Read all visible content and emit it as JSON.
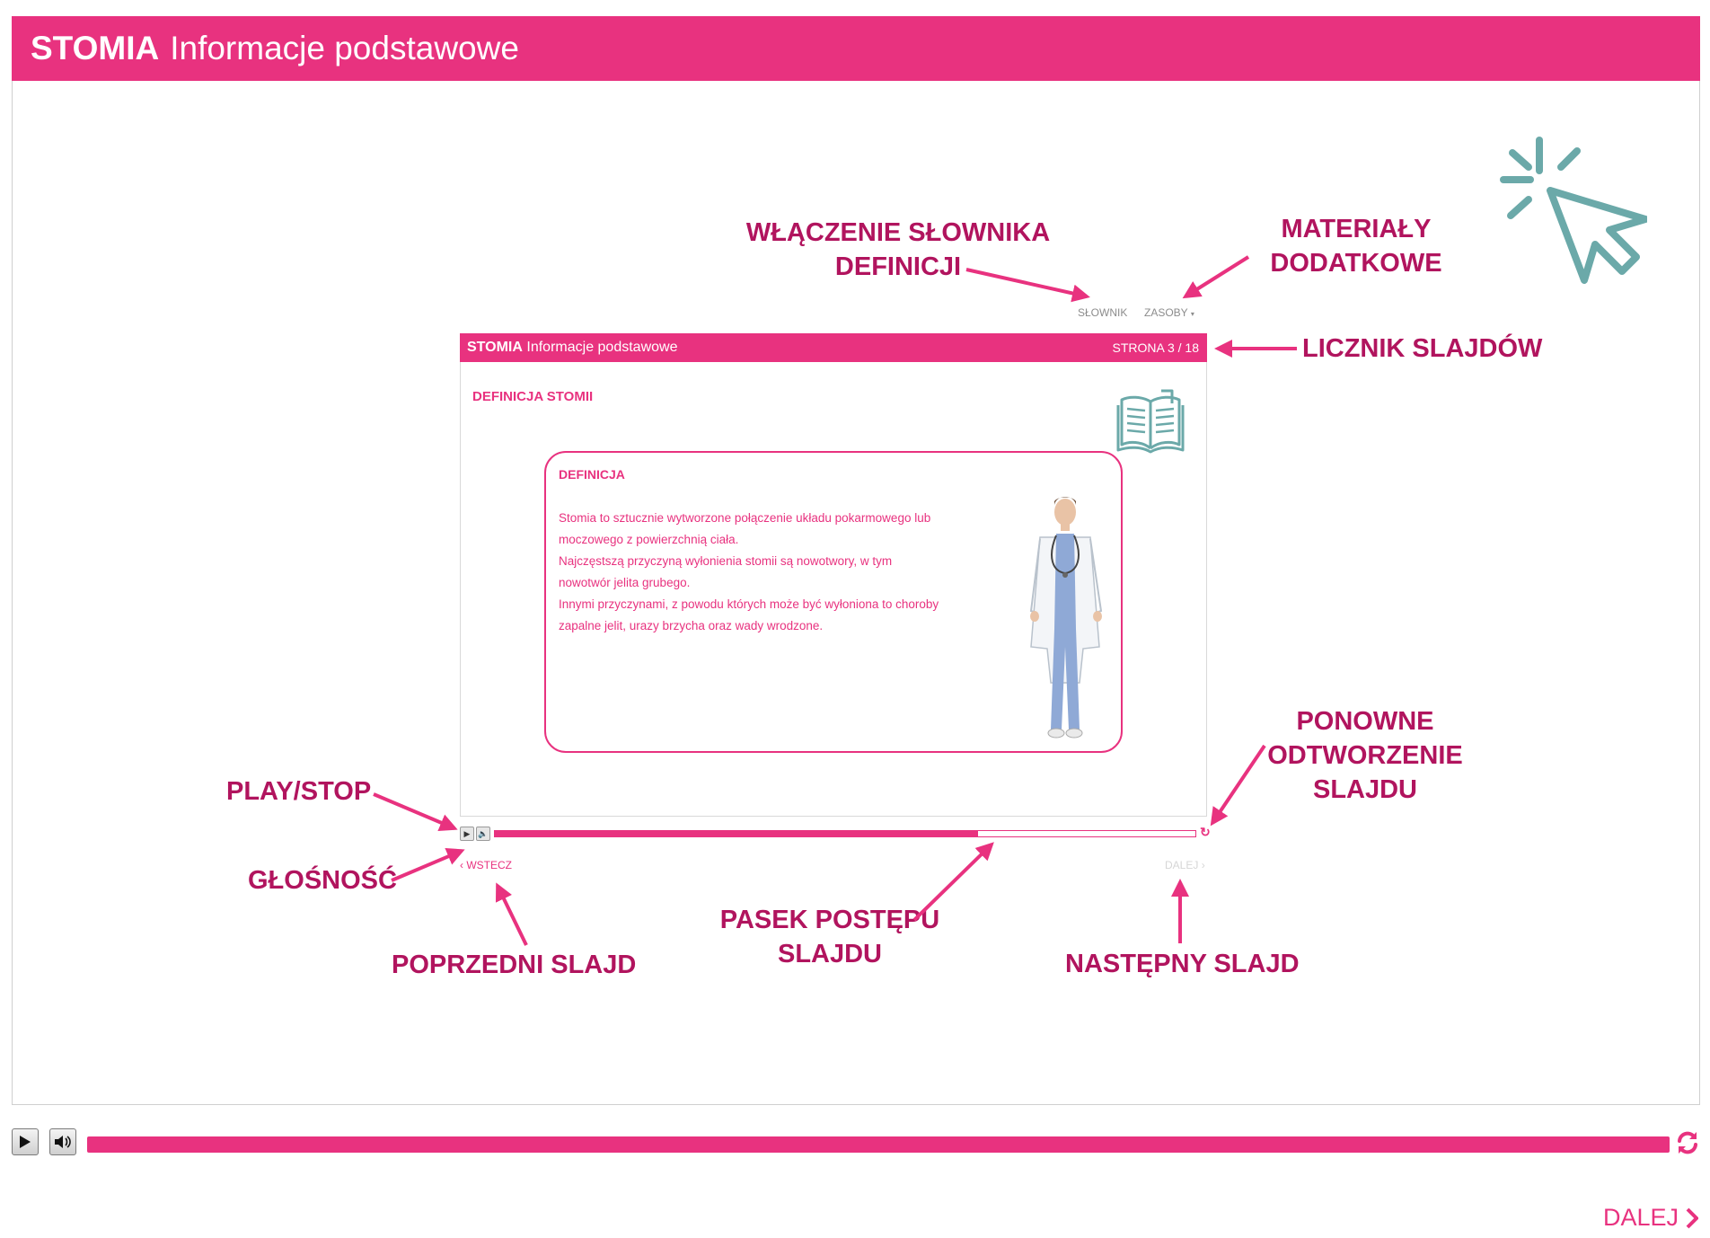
{
  "header": {
    "brand": "STOMIA",
    "title": "Informacje podstawowe"
  },
  "annotations": {
    "dictionary": [
      "WŁĄCZENIE SŁOWNIKA",
      "DEFINICJI"
    ],
    "materials": [
      "MATERIAŁY",
      "DODATKOWE"
    ],
    "counter": "LICZNIK SLAJDÓW",
    "replay": [
      "PONOWNE",
      "ODTWORZENIE",
      "SLAJDU"
    ],
    "play_stop": "PLAY/STOP",
    "volume": "GŁOŚNOŚĆ",
    "previous": "POPRZEDNI SLAJD",
    "progress": [
      "PASEK POSTĘPU",
      "SLAJDU"
    ],
    "next": "NASTĘPNY SLAJD"
  },
  "preview": {
    "dictionary_link": "SŁOWNIK",
    "resources_link": "ZASOBY",
    "brand": "STOMIA",
    "title": "Informacje podstawowe",
    "page_counter": "STRONA 3 / 18",
    "section_title": "DEFINICJA STOMII",
    "box_title": "DEFINICJA",
    "box_lines": [
      "Stomia to sztucznie wytworzone połączenie układu pokarmowego lub",
      "moczowego z powierzchnią ciała.",
      "Najczęstszą przyczyną wyłonienia stomii są nowotwory, w tym",
      "nowotwór jelita grubego.",
      "Innymi przyczynami, z powodu których może być wyłoniona to choroby",
      "zapalne jelit, urazy brzycha oraz wady wrodzone."
    ],
    "back_label": "WSTECZ",
    "next_label": "DALEJ",
    "progress_fraction": 0.69
  },
  "player": {
    "progress_fraction": 1.0,
    "next_label": "DALEJ"
  },
  "colors": {
    "accent": "#e8327f",
    "annotation": "#b1145e",
    "teal": "#6ba9a9"
  },
  "icons": [
    "click-cursor-icon",
    "book-icon",
    "doctor-illustration",
    "play-icon",
    "volume-icon",
    "reload-icon",
    "chevron-right-icon",
    "chevron-left-icon",
    "caret-down-icon"
  ]
}
